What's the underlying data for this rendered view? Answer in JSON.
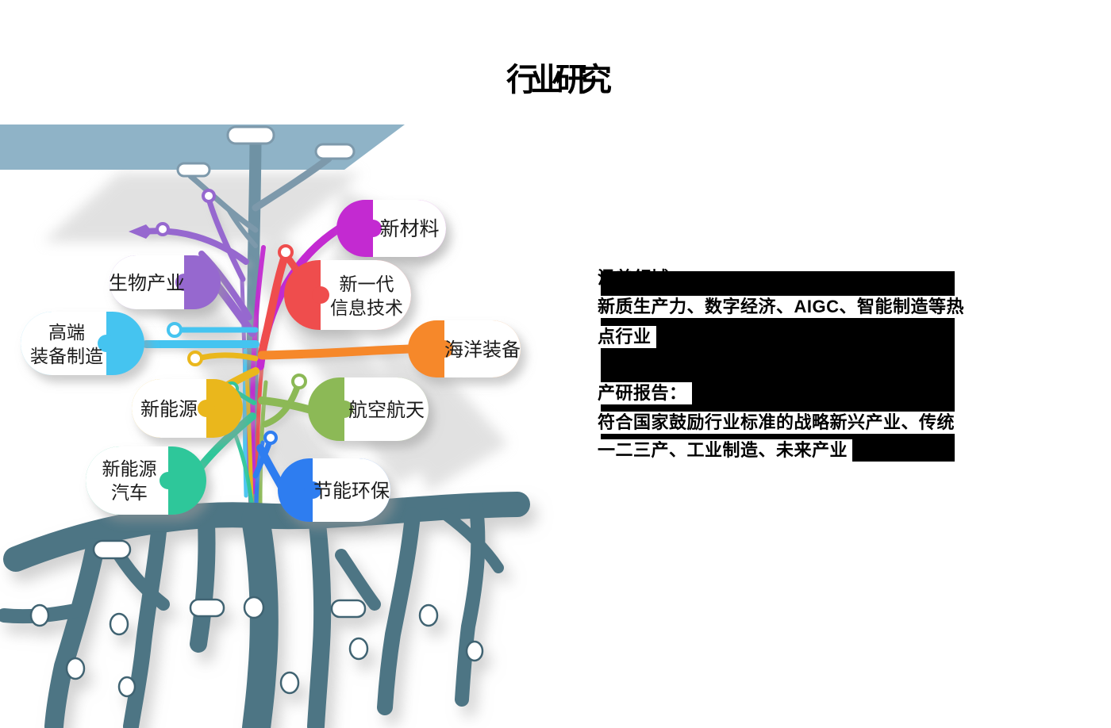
{
  "title": "行业研究",
  "tree": {
    "trunk_color": "#6f92a4",
    "top_branch_color": "#7d99ab",
    "canopy_color": "#8fb3c7",
    "root_color": "#4d7584",
    "branches": [
      {
        "name": "new-materials",
        "lines": [
          "新材料"
        ],
        "color": "#c32bd1",
        "side": "right"
      },
      {
        "name": "biotech-industry",
        "lines": [
          "生物产业"
        ],
        "color": "#9668cf",
        "side": "left"
      },
      {
        "name": "next-gen-it",
        "lines": [
          "新一代",
          "信息技术"
        ],
        "color": "#ef4d4d",
        "side": "right"
      },
      {
        "name": "high-end-equipment",
        "lines": [
          "高端",
          "装备制造"
        ],
        "color": "#45c4f0",
        "side": "left"
      },
      {
        "name": "marine-equipment",
        "lines": [
          "海洋装备"
        ],
        "color": "#f6882b",
        "side": "right"
      },
      {
        "name": "new-energy",
        "lines": [
          "新能源"
        ],
        "color": "#eab71c",
        "side": "left"
      },
      {
        "name": "aerospace",
        "lines": [
          "航空航天"
        ],
        "color": "#8cb956",
        "side": "right"
      },
      {
        "name": "new-energy-vehicles",
        "lines": [
          "新能源",
          "汽车"
        ],
        "color": "#2ec79a",
        "side": "left"
      },
      {
        "name": "energy-saving-env",
        "lines": [
          "节能环保"
        ],
        "color": "#2f7df0",
        "side": "right"
      }
    ]
  },
  "panel": {
    "redaction_color": "#000000",
    "blocks": [
      {
        "heading": "涵盖领域：",
        "lines": [
          "新质生产力、数字经济、AIGC、智能制造等热",
          "点行业"
        ]
      },
      {
        "heading": "产研报告：",
        "lines": [
          "符合国家鼓励行业标准的战略新兴产业、传统",
          "一二三产、工业制造、未来产业"
        ]
      }
    ]
  }
}
